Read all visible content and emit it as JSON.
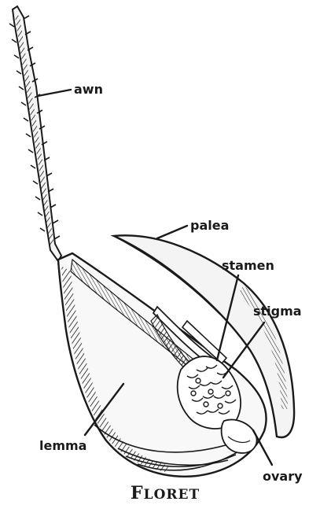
{
  "labels": {
    "awn": "awn",
    "palea": "palea",
    "stamen": "stamen",
    "stigma": "stigma",
    "lemma": "lemma",
    "ovary": "ovary"
  },
  "caption": {
    "first_letter": "F",
    "rest": "LORET"
  },
  "colors": {
    "ink": "#1a1a1a",
    "background": "#ffffff"
  }
}
